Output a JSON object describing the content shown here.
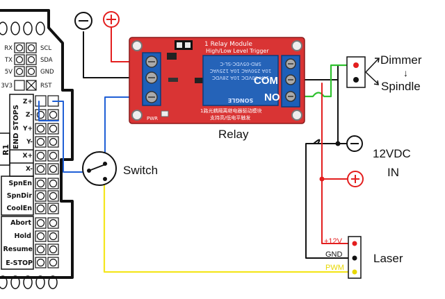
{
  "colors": {
    "wire_black": "#111111",
    "wire_red": "#e31e1e",
    "wire_blue": "#1f5fd6",
    "wire_green": "#2fc12f",
    "wire_yellow": "#f4e61e",
    "relay_board": "#d93434",
    "terminal_blue": "#1d5fb8",
    "relay_cube": "#2563b8",
    "plus_red": "#e31e1e",
    "board_outline": "#111111"
  },
  "icons": {
    "minus_symbol": "minus-circle-icon",
    "plus_symbol": "plus-circle-icon",
    "switch_symbol": "switch-icon"
  },
  "relay": {
    "label": "Relay",
    "module_title": "1 Relay Module",
    "module_subtitle": "High/Low Level Trigger",
    "relay_part": "SRD-05VDC-SL-C",
    "relay_rating_1": "10A 250VAC  10A 125VAC",
    "relay_rating_2": "10A 30VDC  10A 28VDC",
    "relay_brand": "SONGLE",
    "com_label": "COM",
    "no_label": "NO",
    "pwr_label": "PWR",
    "chinese_line_1": "1路光耦隔离继电器驱动模块",
    "chinese_line_2": "支持高/低电平触发"
  },
  "switch": {
    "label": "Switch"
  },
  "dimmer": {
    "label": "Dimmer",
    "arrow": "↓",
    "spindle_label": "Spindle"
  },
  "power": {
    "line1": "12VDC",
    "line2": "IN"
  },
  "laser": {
    "label": "Laser",
    "pin_plus": "+12V",
    "pin_gnd": "GND",
    "pin_pwm": "PWM"
  },
  "board": {
    "top_pins_left": [
      "RX",
      "TX",
      "5V",
      "3V3"
    ],
    "top_pins_right": [
      "SCL",
      "SDA",
      "GND",
      "RST"
    ],
    "endstops_title": "END STOPS",
    "r1_label": "R1",
    "endstops": [
      "Z+",
      "Z-",
      "Y+",
      "Y-",
      "X+",
      "X-"
    ],
    "spindle_pins": [
      "SpnEn",
      "SpnDir",
      "CoolEn"
    ],
    "control_pins": [
      "Abort",
      "Hold",
      "Resume",
      "E-STOP"
    ]
  }
}
